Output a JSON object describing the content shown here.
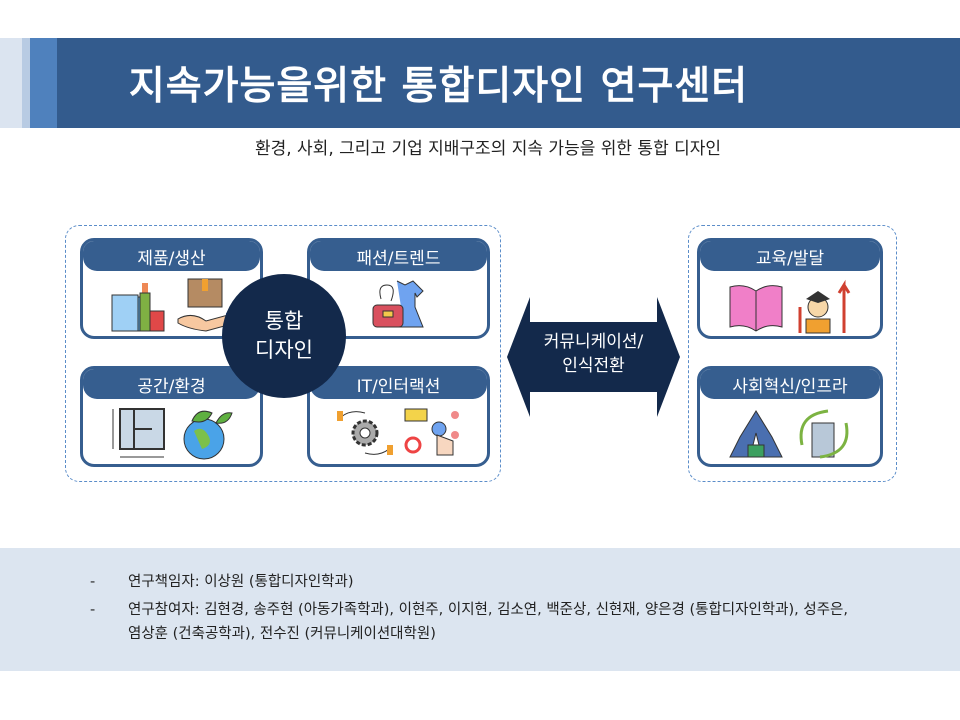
{
  "title": "지속가능을위한 통합디자인 연구센터",
  "subtitle": "환경, 사회, 그리고 기업 지배구조의 지속 가능을 위한 통합 디자인",
  "center": {
    "line1": "통합",
    "line2": "디자인"
  },
  "left_cards": [
    {
      "label": "제품/생산"
    },
    {
      "label": "패션/트렌드"
    },
    {
      "label": "공간/환경"
    },
    {
      "label": "IT/인터랙션"
    }
  ],
  "arrow": {
    "line1": "커뮤니케이션/",
    "line2": "인식전환"
  },
  "right_cards": [
    {
      "label": "교육/발달"
    },
    {
      "label": "사회혁신/인프라"
    }
  ],
  "credits": [
    {
      "bullet": "-",
      "text": "연구책임자: 이상원 (통합디자인학과)"
    },
    {
      "bullet": "-",
      "text": "연구참여자: 김현경, 송주현 (아동가족학과), 이현주, 이지현, 김소연, 백준상, 신현재, 양은경 (통합디자인학과), 성주은, 염상훈 (건축공학과), 전수진 (커뮤니케이션대학원)"
    }
  ],
  "colors": {
    "primary": "#335b8d",
    "dark": "#13294b",
    "band": "#dce5f0"
  }
}
